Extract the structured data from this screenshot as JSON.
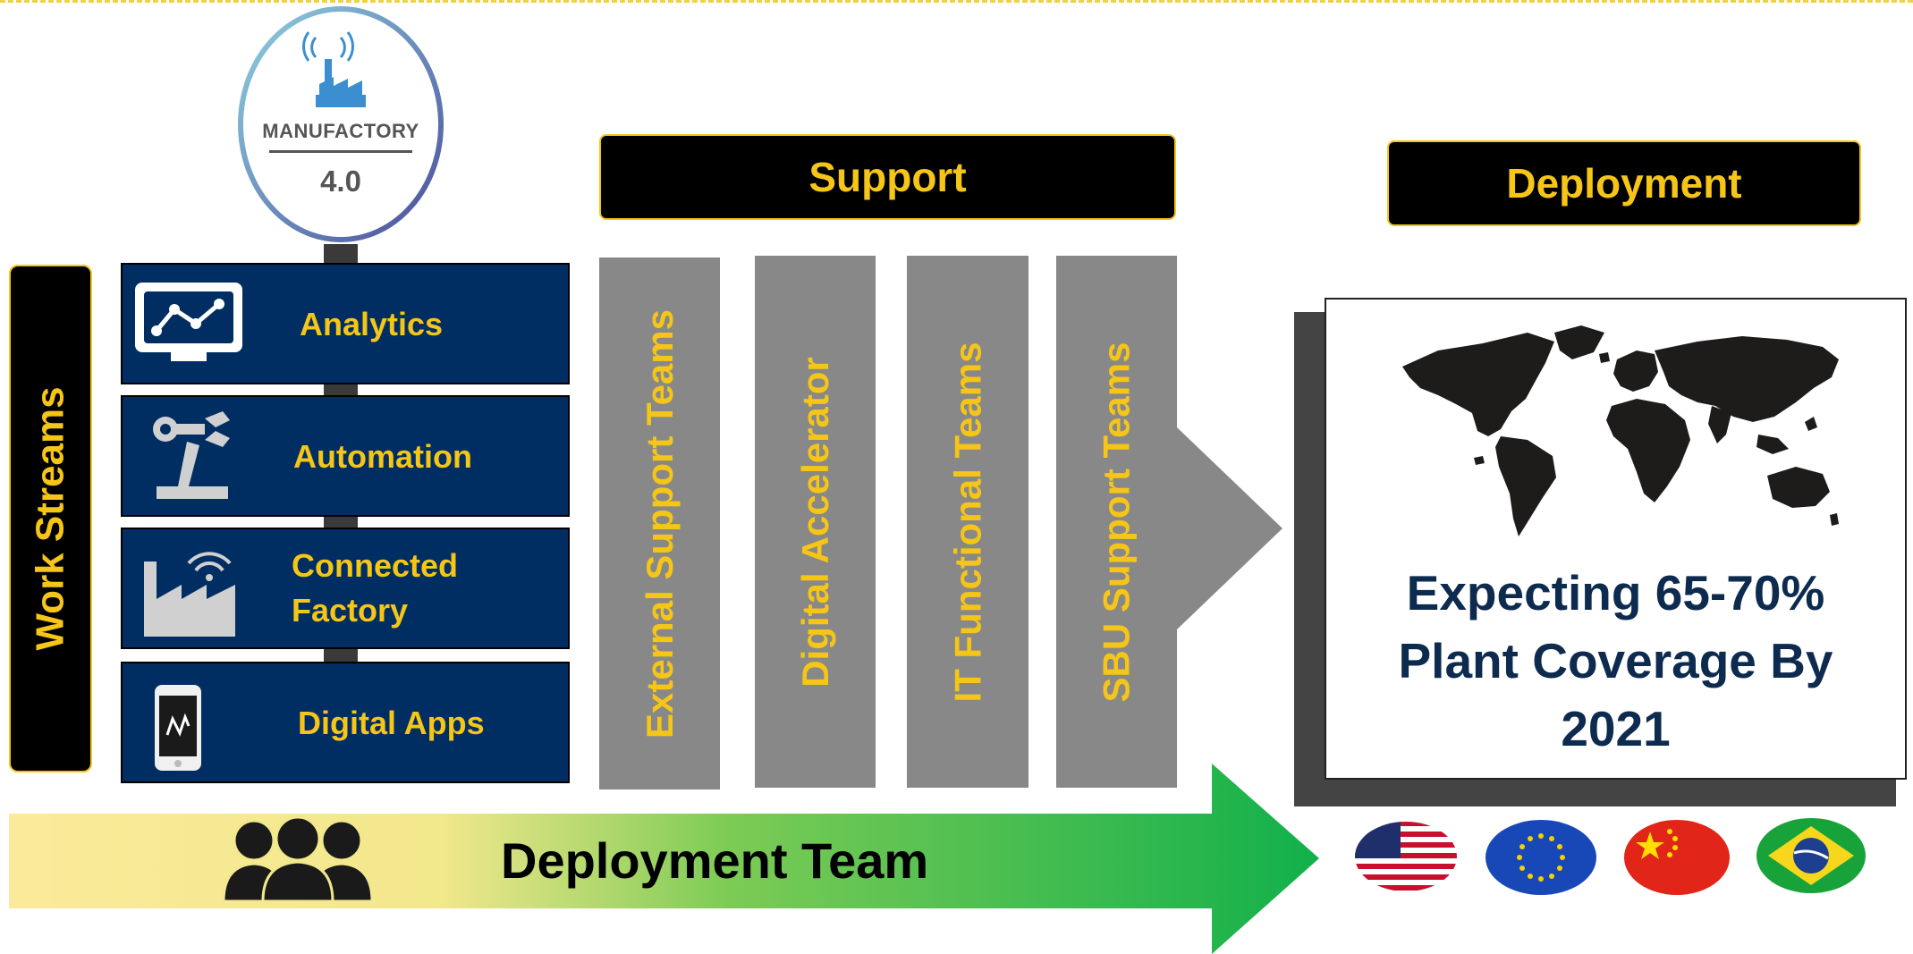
{
  "logo": {
    "title": "MANUFACTORY",
    "version": "4.0"
  },
  "work_streams": {
    "label": "Work Streams",
    "items": [
      {
        "label": "Analytics",
        "icon": "monitor-chart-icon"
      },
      {
        "label": "Automation",
        "icon": "robot-arm-icon"
      },
      {
        "label": "Connected",
        "label2": "Factory",
        "icon": "wireless-factory-icon"
      },
      {
        "label": "Digital Apps",
        "icon": "smartphone-icon"
      }
    ]
  },
  "support": {
    "header": "Support",
    "columns": [
      "External Support Teams",
      "Digital Accelerator",
      "IT Functional Teams",
      "SBU Support Teams"
    ]
  },
  "deployment": {
    "header": "Deployment",
    "line1": "Expecting 65-70%",
    "line2": "Plant Coverage By",
    "line3": "2021",
    "flags": [
      "usa-flag-icon",
      "eu-flag-icon",
      "china-flag-icon",
      "brazil-flag-icon"
    ]
  },
  "team": {
    "label": "Deployment Team",
    "icon": "people-group-icon"
  },
  "colors": {
    "accent": "#f5c518",
    "navy": "#002e63",
    "gray": "#888888",
    "green": "#16b14c"
  }
}
